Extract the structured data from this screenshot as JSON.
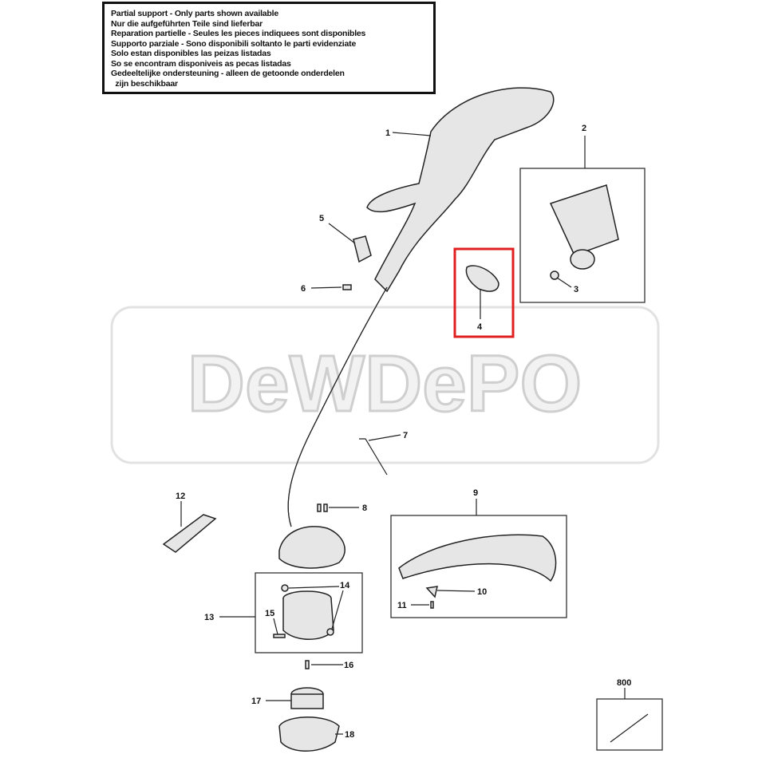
{
  "notice": {
    "lines": [
      "Partial support - Only parts shown available",
      "Nur die aufgeführten Teile sind lieferbar",
      "Reparation partielle - Seules les pieces indiquees sont disponibles",
      "Supporto parziale - Sono disponibili soltanto le parti evidenziate",
      "Solo estan disponibles las peizas listadas",
      "So se encontram disponiveis as pecas listadas",
      "Gedeeltelijke ondersteuning - alleen de getoonde onderdelen",
      "  zijn beschikbaar"
    ]
  },
  "watermark": "DeWDePO",
  "highlight_color": "#e02020",
  "highlighted_part": "4",
  "callouts": [
    "1",
    "2",
    "3",
    "4",
    "5",
    "6",
    "7",
    "8",
    "9",
    "10",
    "11",
    "12",
    "13",
    "14",
    "15",
    "16",
    "17",
    "18",
    "800"
  ]
}
